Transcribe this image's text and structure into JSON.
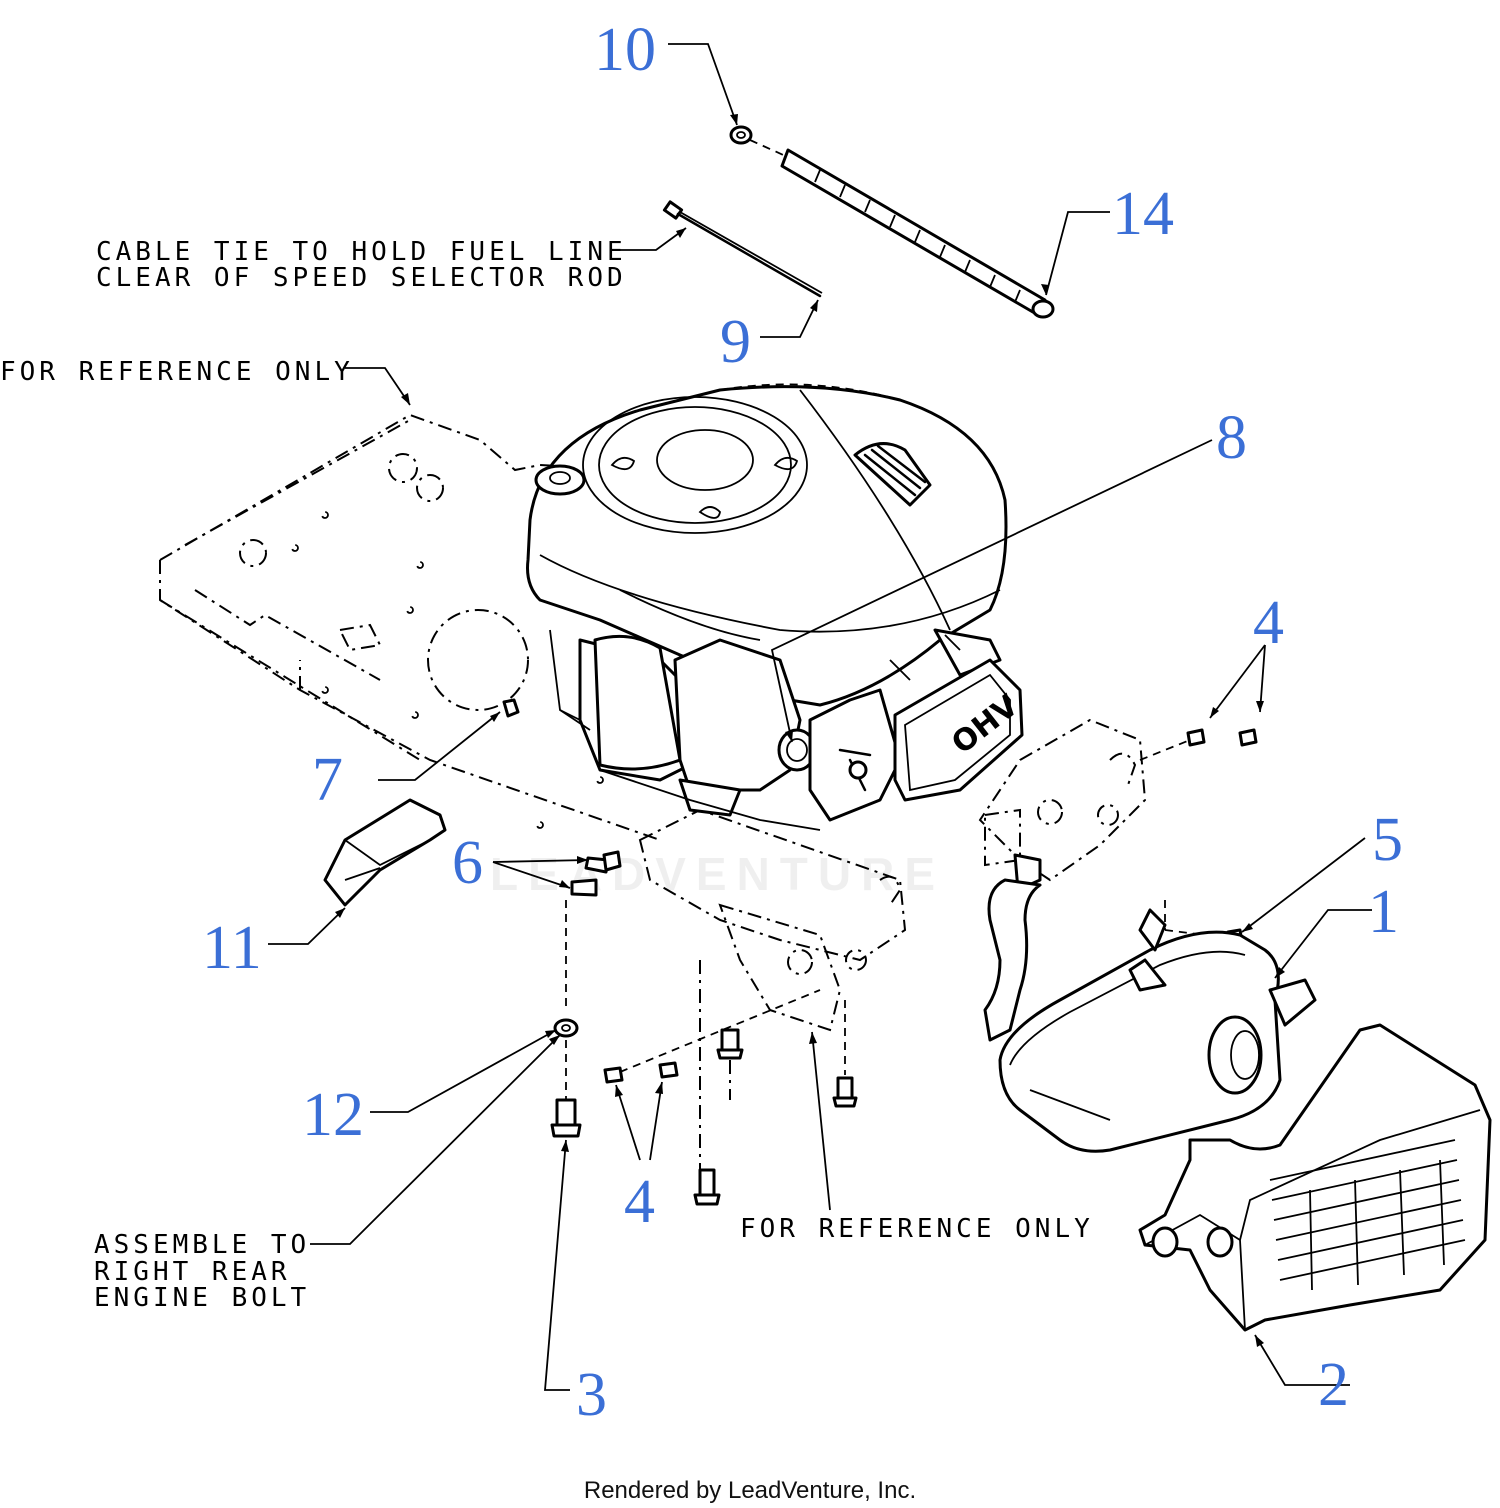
{
  "callouts": [
    {
      "id": "10",
      "label": "10"
    },
    {
      "id": "14",
      "label": "14"
    },
    {
      "id": "9",
      "label": "9"
    },
    {
      "id": "8",
      "label": "8"
    },
    {
      "id": "4a",
      "label": "4"
    },
    {
      "id": "7",
      "label": "7"
    },
    {
      "id": "6",
      "label": "6"
    },
    {
      "id": "5",
      "label": "5"
    },
    {
      "id": "1",
      "label": "1"
    },
    {
      "id": "11",
      "label": "11"
    },
    {
      "id": "12",
      "label": "12"
    },
    {
      "id": "4b",
      "label": "4"
    },
    {
      "id": "2",
      "label": "2"
    },
    {
      "id": "3",
      "label": "3"
    }
  ],
  "notes": {
    "cable_tie": [
      "CABLE TIE TO HOLD FUEL LINE",
      "CLEAR OF SPEED SELECTOR ROD"
    ],
    "reference_top": "FOR REFERENCE ONLY",
    "reference_bottom": "FOR REFERENCE ONLY",
    "assemble": [
      "ASSEMBLE TO",
      "RIGHT REAR",
      "ENGINE BOLT"
    ]
  },
  "engine_badge": "OHV",
  "watermark": "LEADVENTURE",
  "credit": "Rendered by LeadVenture, Inc.",
  "colors": {
    "callout": "#3b6fd6",
    "line": "#000000",
    "background": "#ffffff"
  }
}
